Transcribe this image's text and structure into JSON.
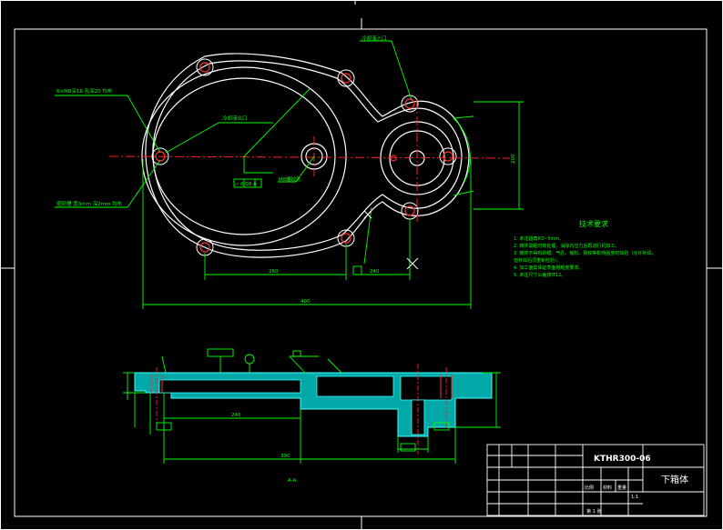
{
  "palette": {
    "background": "#000000",
    "outline": "#ffffff",
    "dimension": "#00ff00",
    "centerline": "#ff2020",
    "hole": "#ff3030",
    "section_fill": "#00a8a8",
    "section_edge": "#40ffff"
  },
  "title_block": {
    "drawing_number": "KTHR300-06",
    "part_name": "下箱体",
    "scale_label": "比例",
    "scale_value": "1:1",
    "material_label": "材料",
    "weight_label": "重量",
    "sheet_label": "第 1 张"
  },
  "technical_requirements": {
    "title": "技术要求",
    "items": [
      "1. 未注圆角R3~5mm。",
      "2. 铸件需经时效处理，消除内应力后再进行机加工。",
      "3. 铸件不得有砂眼、气孔、缩松、裂纹等影响强度的缺陷（允许补焊，",
      "   但补焊后须重新检验）。",
      "4. 加工面需保证表面粗糙度要求。",
      "5. 未注尺寸公差按IT12。"
    ]
  },
  "callouts": {
    "inlet_top": "冷却液入口",
    "outlet_mid": "冷却液出口",
    "bolt_hole_note": "6×M8深16 孔深20 均布",
    "seal_note": "密封槽 宽3mm 深2mm 均布",
    "thread_note": "M8螺纹孔",
    "flatness_frame": "▱ 0.08 A",
    "section_label": "A-A",
    "dim_width_total": "400",
    "dim_inner": "260",
    "dim_height": "200",
    "dim_section_total": "390",
    "dim_section_inner": "240"
  }
}
